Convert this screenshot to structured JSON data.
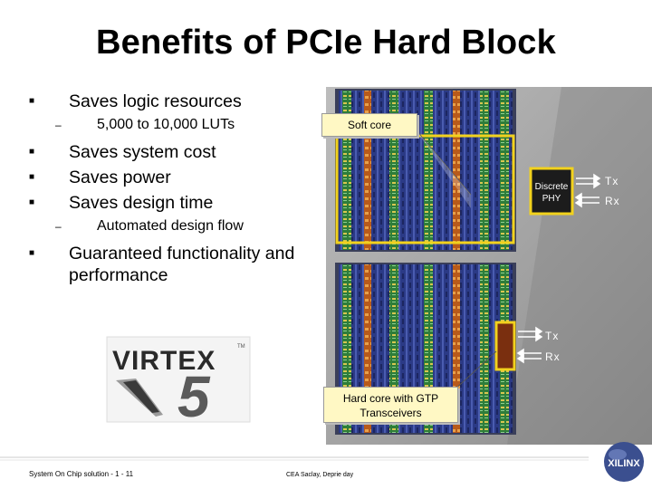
{
  "title": "Benefits of PCIe Hard Block",
  "bullets": [
    {
      "text": "Saves logic resources",
      "sub": [
        "5,000 to 10,000 LUTs"
      ]
    },
    {
      "text": "Saves system cost",
      "sub": []
    },
    {
      "text": "Saves power",
      "sub": []
    },
    {
      "text": "Saves design time",
      "sub": [
        "Automated design flow"
      ]
    },
    {
      "text": "Guaranteed functionality and performance",
      "sub": []
    }
  ],
  "figure": {
    "soft_core_label": "Soft core",
    "hard_core_label_line1": "Hard core with GTP",
    "hard_core_label_line2": "Transceivers",
    "phy_line1": "Discrete",
    "phy_line2": "PHY",
    "tx_label": "Tx",
    "rx_label": "Rx",
    "logo_text": "VIRTEX",
    "logo_number": "5",
    "logo_tm": "TM"
  },
  "footer": {
    "left": "System On Chip solution  -  1 - 11",
    "center": "CEA Saclay, Deprie day",
    "brand": "XILINX"
  },
  "colors": {
    "highlight": "#f2d21d",
    "board": "#9a9a9a",
    "logic_blue": "#2b3a86"
  }
}
